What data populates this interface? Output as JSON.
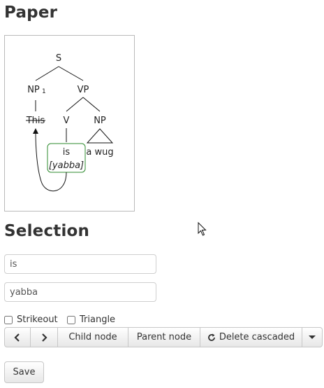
{
  "paper": {
    "title": "Paper"
  },
  "tree": {
    "root": "S",
    "np1": "NP",
    "np1_index": "1",
    "vp": "VP",
    "this_word": "This",
    "v": "V",
    "np2": "NP",
    "selected_word": "is",
    "selected_gloss": "[yabba]",
    "triangle_text": "a wug",
    "highlight_color": "#2e8b2e"
  },
  "selection": {
    "title": "Selection",
    "label_value": "is",
    "gloss_value": "yabba",
    "strikeout_label": "Strikeout",
    "strikeout_checked": false,
    "triangle_label": "Triangle",
    "triangle_checked": false
  },
  "toolbar": {
    "prev_icon": "chevron-left-icon",
    "next_icon": "chevron-right-icon",
    "child_node_label": "Child node",
    "parent_node_label": "Parent node",
    "delete_cascaded_label": "Delete cascaded",
    "delete_icon": "refresh-icon",
    "dropdown_icon": "caret-down-icon"
  },
  "save_label": "Save"
}
